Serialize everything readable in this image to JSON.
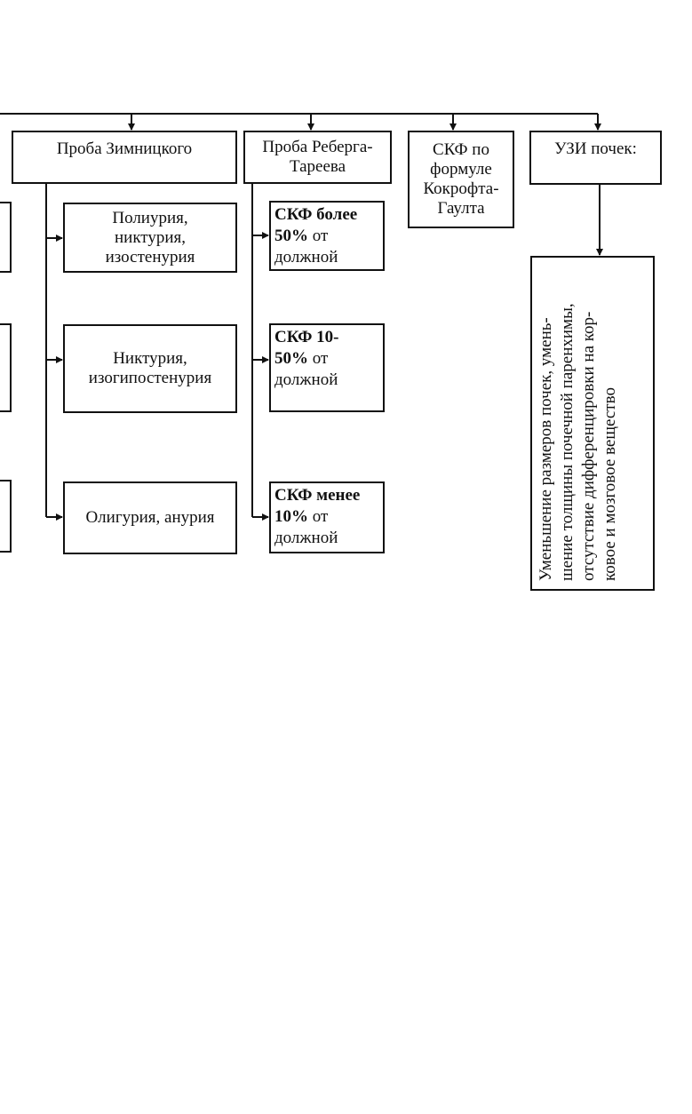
{
  "boxes": {
    "zimnitsky": "Проба Зимницкого",
    "reberg_line1": "Проба Реберга-",
    "reberg_line2": "Тареева",
    "skf_line1": "СКФ по",
    "skf_line2": "формуле",
    "skf_line3": "Кокрофта-",
    "skf_line4": "Гаулта",
    "uzi": "УЗИ почек:"
  },
  "zimnitsky_results": {
    "r1_line1": "Полиурия,",
    "r1_line2": "никтурия,",
    "r1_line3": "изостенурия",
    "r2_line1": "Никтурия,",
    "r2_line2": "изогипостенурия",
    "r3": "Олигурия, анурия"
  },
  "reberg_results": {
    "r1_bold1": "СКФ более",
    "r1_bold2": "50%",
    "r1_rest2": " от",
    "r1_line3": "должной",
    "r2_bold1": "СКФ 10-",
    "r2_bold2": "50%",
    "r2_rest2": " от",
    "r2_line3": "должной",
    "r3_bold1": "СКФ менее",
    "r3_bold2": "10%",
    "r3_rest2": " от",
    "r3_line3": "должной"
  },
  "uzi_result": {
    "line1": "Уменьшение размеров почек, умень-",
    "line2": "шение толщины почечной паренхимы,",
    "line3": "отсутствие дифференцировки на кор-",
    "line4": "ковое и мозговое вещество"
  }
}
